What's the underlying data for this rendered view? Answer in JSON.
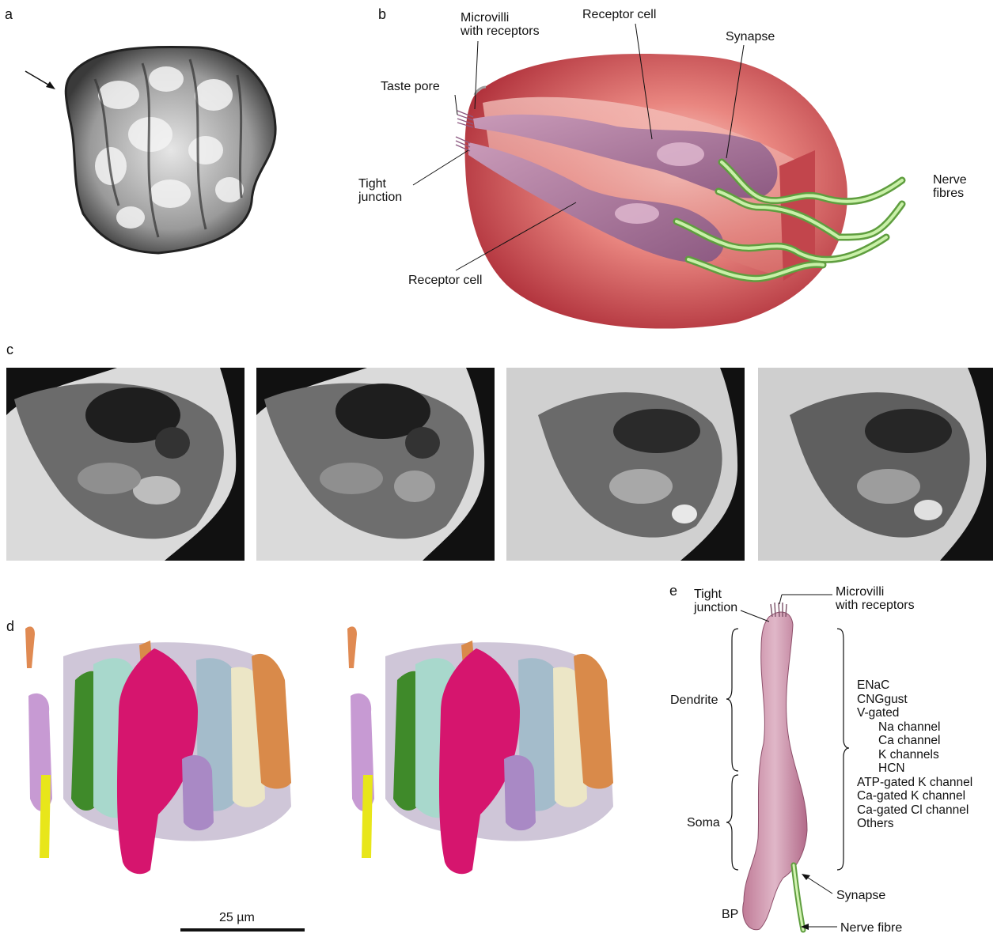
{
  "panels": {
    "a": "a",
    "b": "b",
    "c": "c",
    "d": "d",
    "e": "e"
  },
  "panel_b": {
    "microvilli": "Microvilli\nwith receptors",
    "receptor_cell_top": "Receptor cell",
    "synapse": "Synapse",
    "taste_pore": "Taste pore",
    "tight_junction": "Tight\njunction",
    "nerve_fibres": "Nerve\nfibres",
    "receptor_cell_bottom": "Receptor cell"
  },
  "panel_d": {
    "scale_bar": "25 µm"
  },
  "panel_e": {
    "tight_junction": "Tight\njunction",
    "microvilli": "Microvilli\nwith receptors",
    "dendrite": "Dendrite",
    "soma": "Soma",
    "bp": "BP",
    "synapse": "Synapse",
    "nerve_fibre": "Nerve fibre",
    "channels": [
      "ENaC",
      "CNGgust",
      "V-gated",
      "Na channel",
      "Ca channel",
      "K channels",
      "HCN",
      "ATP-gated K channel",
      "Ca-gated K channel",
      "Ca-gated Cl channel",
      "Others"
    ]
  },
  "colors": {
    "tissue_red": "#c8444a",
    "cell_purple": "#9c6a8e",
    "nerve_green": "#8fcf6a",
    "magenta": "#d6156e"
  }
}
